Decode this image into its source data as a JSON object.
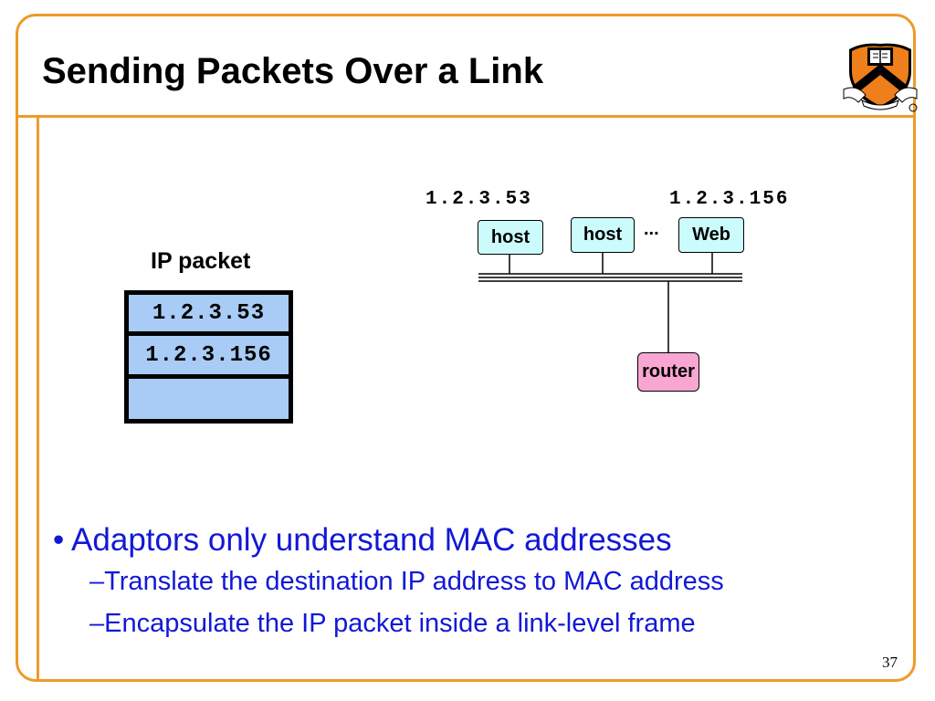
{
  "slide": {
    "title": "Sending Packets Over a Link",
    "page_number": "37",
    "accent_color": "#ee9a2a",
    "text_color": "#1218d6"
  },
  "logo": {
    "icon": "princeton-shield-icon"
  },
  "ip_packet": {
    "label": "IP packet",
    "fields": [
      "1.2.3.53",
      "1.2.3.156",
      ""
    ],
    "fill_color": "#a9ccf6"
  },
  "network": {
    "left_ip": "1.2.3.53",
    "right_ip": "1.2.3.156",
    "nodes": [
      {
        "label": "host"
      },
      {
        "label": "host"
      },
      {
        "label": "Web"
      }
    ],
    "ellipsis": "...",
    "router_label": "router",
    "host_color": "#ccfbfb",
    "router_color": "#f9a7d2"
  },
  "bullets": {
    "main": "Adaptors only understand MAC addresses",
    "subs": [
      "Translate the destination IP address to MAC address",
      "Encapsulate the IP packet inside a link-level frame"
    ]
  }
}
